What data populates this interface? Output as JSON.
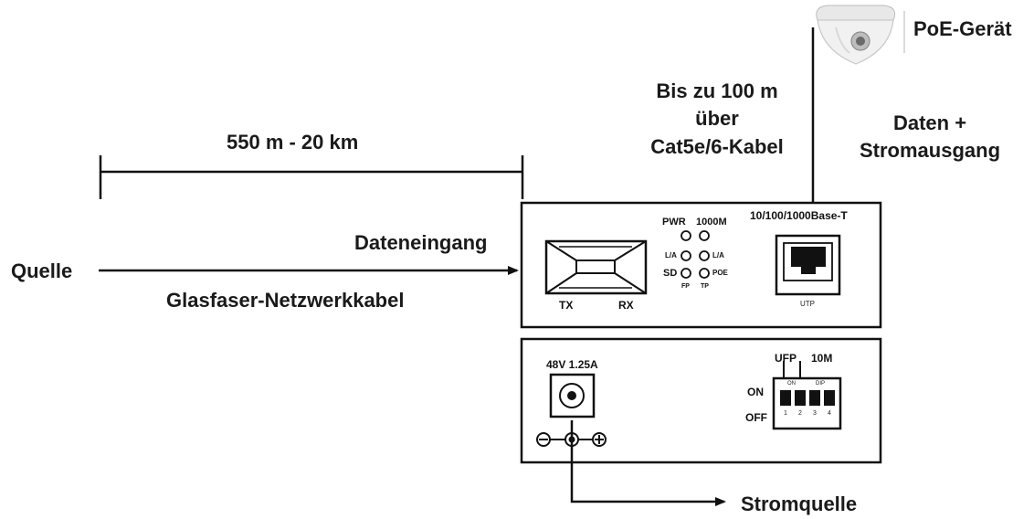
{
  "labels": {
    "distance": "550 m - 20 km",
    "source": "Quelle",
    "data_in": "Dateneingang",
    "fiber_cable": "Glasfaser-Netzwerkkabel",
    "copper_line1": "Bis zu 100 m",
    "copper_line2": "über",
    "copper_line3": "Cat5e/6-Kabel",
    "output_line1": "Daten +",
    "output_line2": "Stromausgang",
    "poe_device": "PoE-Gerät",
    "power_source": "Stromquelle"
  },
  "front_panel": {
    "pwr": "PWR",
    "speed": "1000M",
    "la_left": "L/A",
    "la_right": "L/A",
    "sd": "SD",
    "poe": "POE",
    "fp": "FP",
    "tp": "TP",
    "tx": "TX",
    "rx": "RX",
    "port_label": "10/100/1000Base-T",
    "utp": "UTP"
  },
  "rear_panel": {
    "power_rating": "48V 1.25A",
    "dip_label_1": "UFP",
    "dip_label_2": "10M",
    "on": "ON",
    "off": "OFF",
    "dip_on_text": "ON",
    "dip_brand": "DIP",
    "dip_numbers": [
      "1",
      "2",
      "3",
      "4"
    ]
  }
}
